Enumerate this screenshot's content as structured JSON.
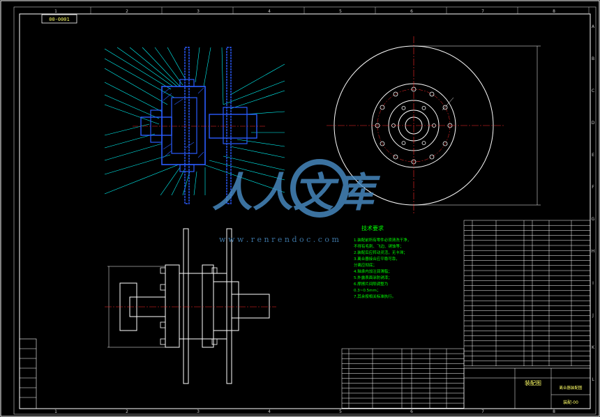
{
  "sheet": {
    "code_box": "00-0001",
    "col_marks": [
      "1",
      "2",
      "3",
      "4",
      "5",
      "6",
      "7",
      "8"
    ],
    "row_marks": [
      "A",
      "B",
      "C",
      "D",
      "E",
      "F",
      "G",
      "H",
      "I",
      "J",
      "K",
      "L"
    ]
  },
  "notes": {
    "title": "技术要求",
    "lines": [
      "1.装配前所有零件必须清洗干净，",
      "  不得有毛刺、飞边、锈蚀等；",
      "2.装配后应转动灵活，无卡滞；",
      "3.离合器接合应平稳可靠，",
      "  分离应彻底；",
      "4.轴承内加注润滑脂；",
      "5.外露表面涂防锈漆；",
      "6.摩擦片间隙调整为",
      "  0.3~0.5mm；",
      "7.其余按相关标准执行。"
    ]
  },
  "title_block": {
    "assembly_label": "装配图",
    "drawing_title": "离合器装配图",
    "drawing_no": "装配-00"
  },
  "watermark": {
    "brand": "人人文库",
    "url": "w w w . r e n r e n d o c . c o m"
  },
  "colors": {
    "border": "#ffffff",
    "frame": "#00ffff",
    "part": "#2a5cff",
    "leader": "#00ffff",
    "center": "#ff2a2a",
    "notes": "#00ff00",
    "table": "#ffffff",
    "table_text": "#ffff66",
    "watermark": "#4a8fc8"
  }
}
